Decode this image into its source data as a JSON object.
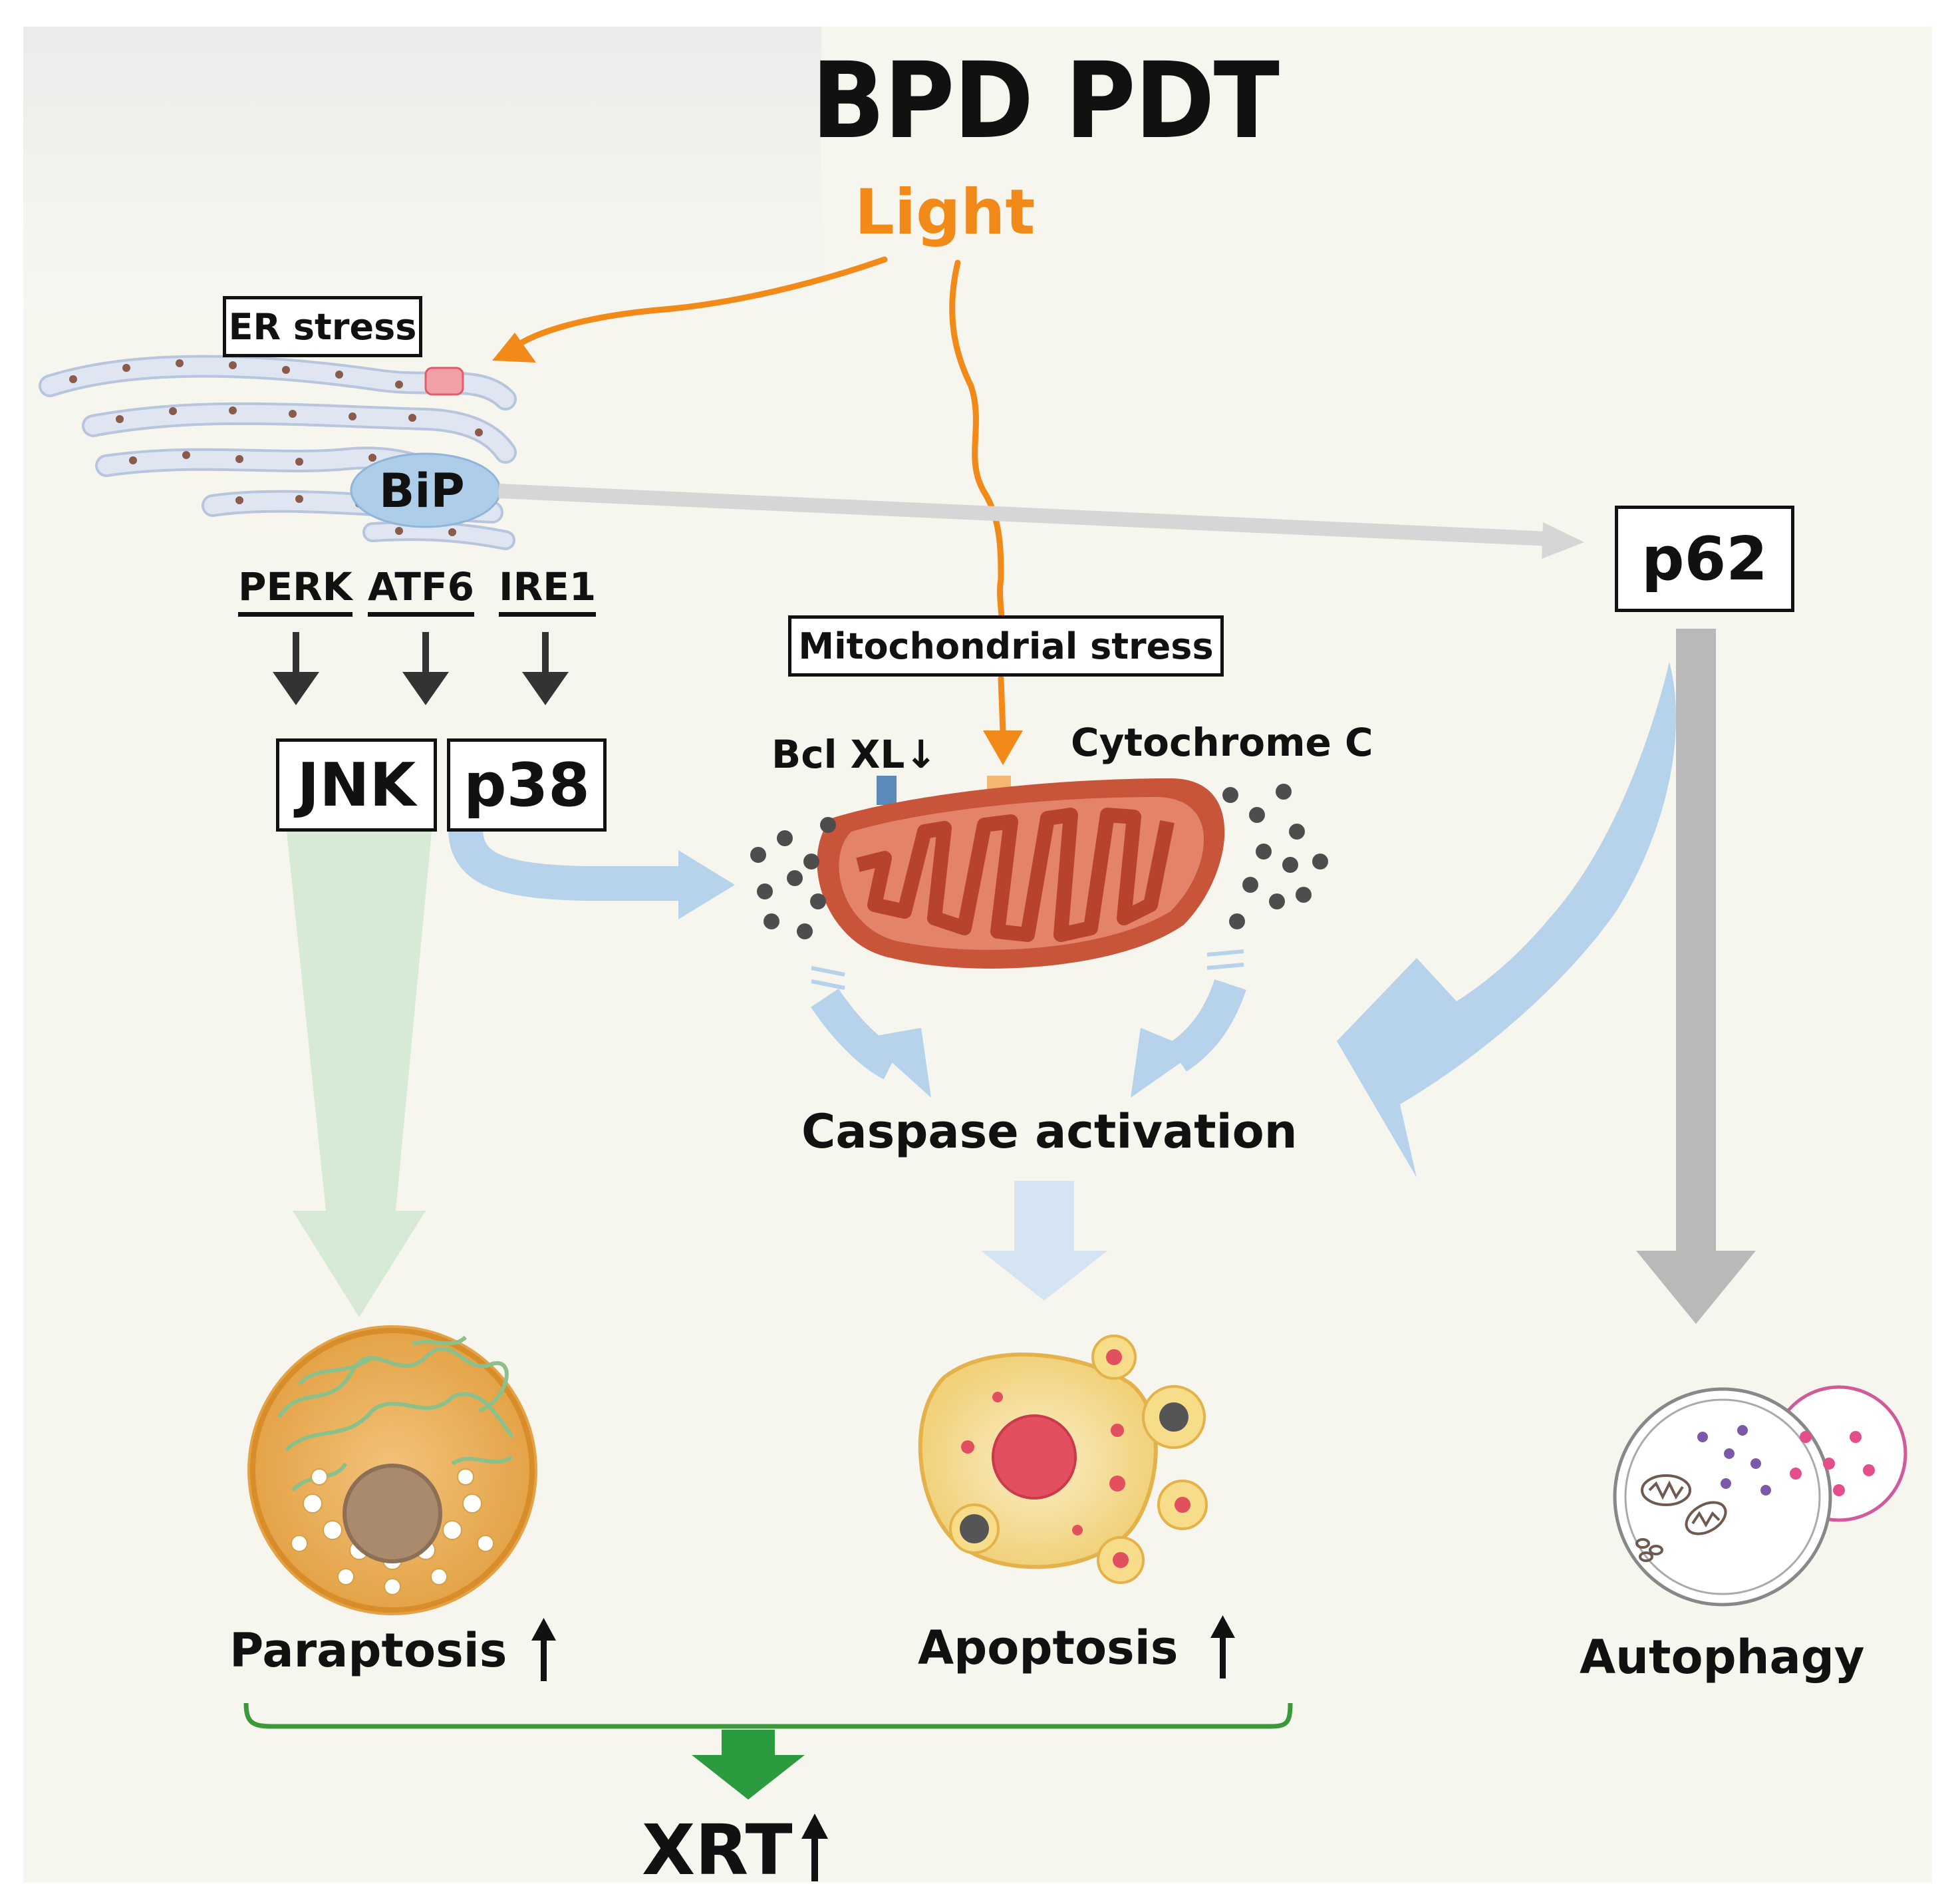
{
  "title": "BPD PDT",
  "light": "Light",
  "er": {
    "stress_label": "ER stress",
    "bip": "BiP",
    "sensors": [
      "PERK",
      "ATF6",
      "IRE1"
    ]
  },
  "kinases": {
    "jnk": "JNK",
    "p38": "p38"
  },
  "mitochondria": {
    "stress_label": "Mitochondrial stress",
    "bcl": "Bcl XL↓",
    "cytochrome": "Cytochrome C"
  },
  "p62": "p62",
  "caspase": "Caspase activation",
  "outcomes": {
    "paraptosis": "Paraptosis",
    "apoptosis": "Apoptosis",
    "autophagy": "Autophagy"
  },
  "xrt": "XRT",
  "colors": {
    "light_orange": "#f28a1a",
    "blue_arrow": "#b7d3eb",
    "green_arrow": "#d6ead6",
    "gray_arrow": "#b9b9b9",
    "mito_red": "#c8543a",
    "bracket_green": "#3a9a3a"
  }
}
